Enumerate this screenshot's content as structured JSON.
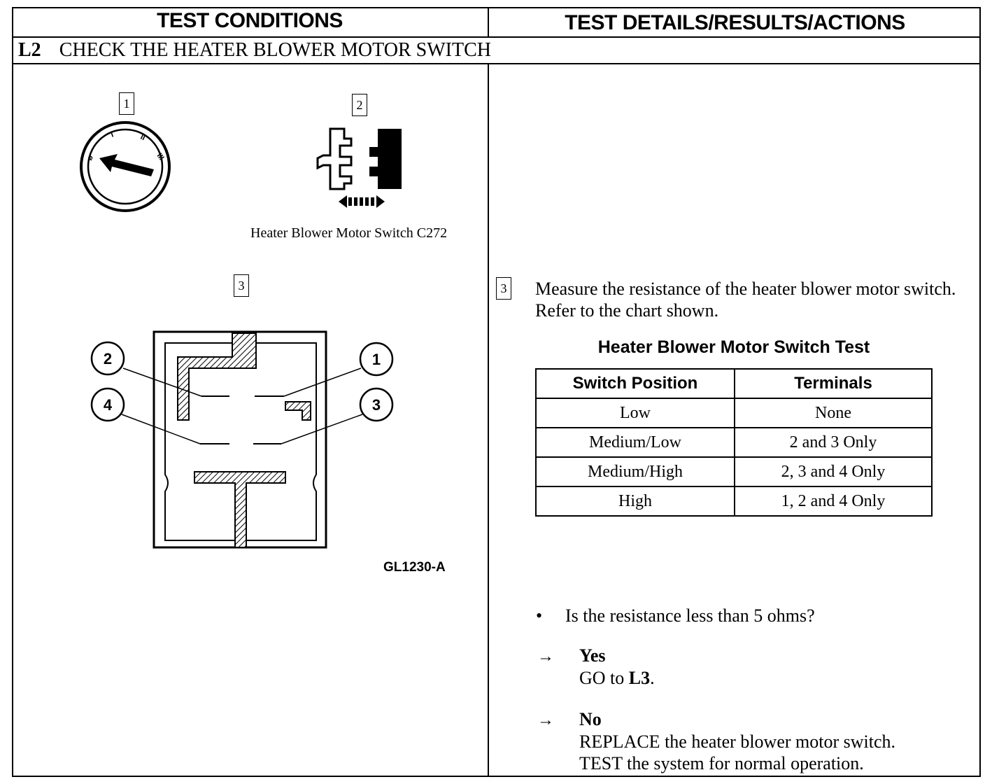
{
  "header": {
    "left": "TEST CONDITIONS",
    "right": "TEST DETAILS/RESULTS/ACTIONS"
  },
  "step": {
    "id": "L2",
    "title": "CHECK THE HEATER BLOWER MOTOR SWITCH"
  },
  "figure": {
    "callouts": [
      "1",
      "2",
      "3"
    ],
    "knob_marks": [
      "ø",
      "I",
      "II",
      "III"
    ],
    "connector_caption": "Heater Blower Motor Switch C272",
    "terminal_labels": [
      "1",
      "2",
      "3",
      "4"
    ],
    "figure_id": "GL1230-A"
  },
  "details": {
    "callout": "3",
    "instruction": "Measure the resistance of the heater blower motor switch. Refer to the chart shown.",
    "table": {
      "title": "Heater Blower Motor Switch Test",
      "columns": [
        "Switch Position",
        "Terminals"
      ],
      "rows": [
        [
          "Low",
          "None"
        ],
        [
          "Medium/Low",
          "2 and 3 Only"
        ],
        [
          "Medium/High",
          "2, 3 and 4 Only"
        ],
        [
          "High",
          "1, 2 and 4 Only"
        ]
      ]
    },
    "bullet": "•",
    "question": "Is the resistance less than 5 ohms?",
    "answers": {
      "arrow": "→",
      "yes": {
        "label": "Yes",
        "action_prefix": "GO to ",
        "action_ref": "L3",
        "action_suffix": "."
      },
      "no": {
        "label": "No",
        "line1": "REPLACE the heater blower motor switch.",
        "line2": "TEST the system for normal operation."
      }
    }
  }
}
